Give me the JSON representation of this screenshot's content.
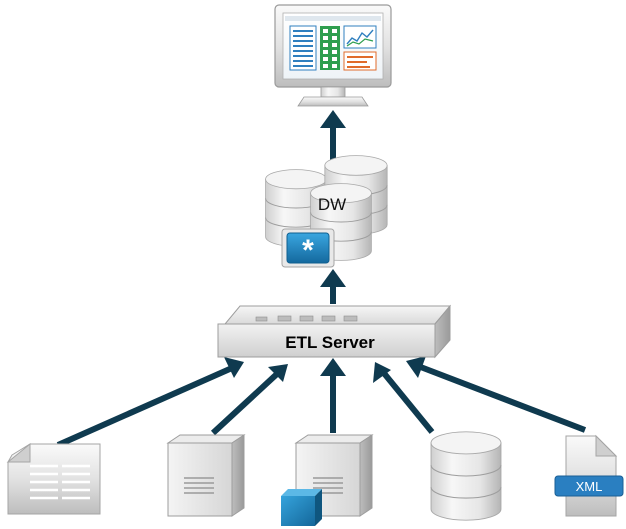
{
  "diagram": {
    "nodes": {
      "monitor": {
        "icon": "dashboard-monitor-icon"
      },
      "warehouse": {
        "label": "DW",
        "icon": "database-cluster-icon",
        "badge_icon": "asterisk-icon"
      },
      "etl_server": {
        "label": "ETL Server",
        "icon": "rack-server-icon"
      },
      "sources": [
        {
          "id": "flat-file",
          "icon": "document-icon"
        },
        {
          "id": "server-tower",
          "icon": "server-tower-icon"
        },
        {
          "id": "server-cube",
          "icon": "server-with-cube-icon"
        },
        {
          "id": "database",
          "icon": "database-icon"
        },
        {
          "id": "xml-file",
          "icon": "xml-file-icon",
          "label": "XML"
        }
      ]
    },
    "colors": {
      "arrow": "#0f3a4f",
      "badge": "#1b87c5",
      "cube": "#1a86c2",
      "chart_green": "#2e9e4f",
      "chart_blue": "#2f7fbf",
      "chart_orange": "#e06b2b",
      "xml_badge": "#2a7fc1"
    }
  }
}
